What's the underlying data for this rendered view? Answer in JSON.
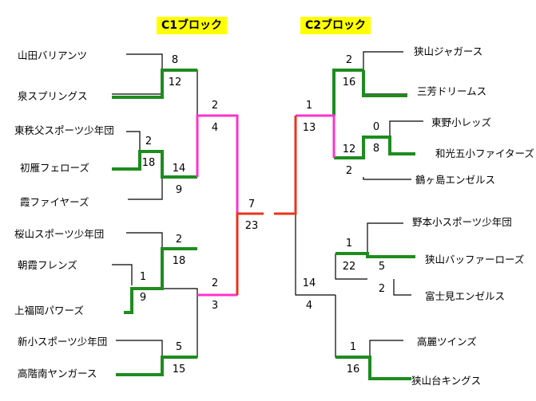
{
  "blocks": {
    "c1": "C1ブロック",
    "c2": "C2ブロック"
  },
  "teams": {
    "t1": "山田バリアンツ",
    "t2": "泉スプリングス",
    "t3": "東秩父スポーツ少年団",
    "t4": "初雁フェローズ",
    "t5": "霞ファイヤーズ",
    "t6": "桜山スポーツ少年団",
    "t7": "朝霞フレンズ",
    "t8": "上福岡パワーズ",
    "t9": "新小スポーツ少年団",
    "t10": "高階南ヤンガース",
    "t11": "狭山ジャガース",
    "t12": "三芳ドリームス",
    "t13": "東野小レッズ",
    "t14": "和光五小ファイターズ",
    "t15": "鶴ヶ島エンゼルス",
    "t16": "野本小スポーツ少年団",
    "t17": "狭山バッファーローズ",
    "t18": "富士見エンゼルス",
    "t19": "高麗ツインズ",
    "t20": "狭山台キングス"
  },
  "scores": {
    "s1": "8",
    "s2": "12",
    "s3": "2",
    "s4": "18",
    "s5": "14",
    "s6": "9",
    "s7": "2",
    "s8": "4",
    "s9": "2",
    "s10": "18",
    "s11": "1",
    "s12": "9",
    "s13": "2",
    "s14": "3",
    "s15": "5",
    "s16": "15",
    "s17": "7",
    "s18": "23",
    "s19": "2",
    "s20": "16",
    "s21": "0",
    "s22": "8",
    "s23": "12",
    "s24": "2",
    "s25": "1",
    "s26": "13",
    "s27": "1",
    "s28": "22",
    "s29": "5",
    "s30": "2",
    "s31": "14",
    "s32": "4",
    "s33": "1",
    "s34": "16"
  },
  "colors": {
    "base": "#000000",
    "round1": "#1e8c1e",
    "round2": "#ff33cc",
    "final": "#e8341c",
    "block_label_bg": "#ffff00"
  }
}
